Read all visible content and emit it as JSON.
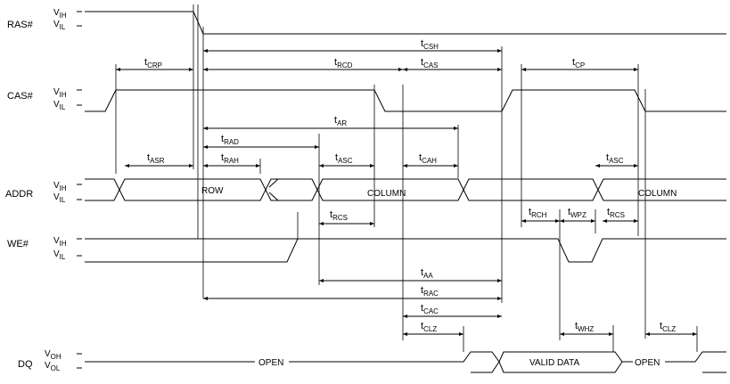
{
  "signals": {
    "ras": {
      "name": "RAS#",
      "high": "IH",
      "low": "IL"
    },
    "cas": {
      "name": "CAS#",
      "high": "IH",
      "low": "IL"
    },
    "addr": {
      "name": "ADDR",
      "high": "IH",
      "low": "IL"
    },
    "we": {
      "name": "WE#",
      "high": "IH",
      "low": "IL"
    },
    "dq": {
      "name": "DQ",
      "high": "OH",
      "low": "OL"
    }
  },
  "level_prefix": "V",
  "timing_prefix": "t",
  "timings": {
    "csh": "CSH",
    "crp": "CRP",
    "rcd": "RCD",
    "cas": "CAS",
    "cp": "CP",
    "ar": "AR",
    "rad": "RAD",
    "asr": "ASR",
    "rah": "RAH",
    "asc1": "ASC",
    "cah": "CAH",
    "asc2": "ASC",
    "rcs1": "RCS",
    "rch": "RCH",
    "wpz": "WPZ",
    "rcs2": "RCS",
    "aa": "AA",
    "rac": "RAC",
    "cac": "CAC",
    "clz1": "CLZ",
    "whz": "WHZ",
    "clz2": "CLZ"
  },
  "addr_labels": {
    "row": "ROW",
    "column1": "COLUMN",
    "column2": "COLUMN"
  },
  "dq_labels": {
    "open1": "OPEN",
    "valid": "VALID DATA",
    "open2": "OPEN"
  }
}
